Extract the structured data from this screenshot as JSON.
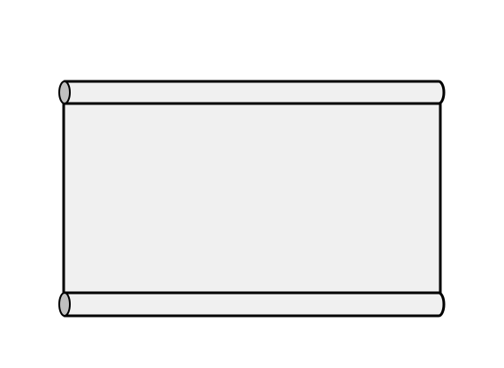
{
  "colors": {
    "background": "#ffffff",
    "fill": "#f0f0f0",
    "roller_cap": "#c0c0c0",
    "stroke": "#000000"
  },
  "shape": "horizontal-scroll",
  "parts": [
    "top-roller",
    "scroll-body",
    "bottom-roller"
  ]
}
